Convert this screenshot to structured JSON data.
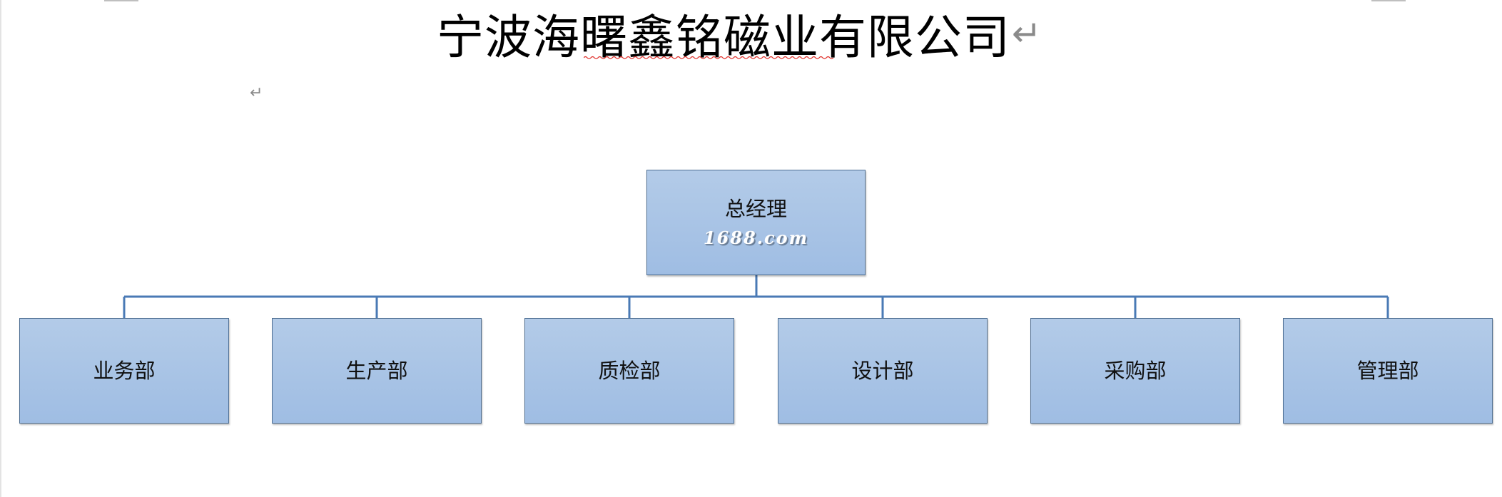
{
  "document": {
    "title": "宁波海曙鑫铭磁业有限公司",
    "pilcrow": "↵",
    "paragraph_mark": "↵"
  },
  "org_chart": {
    "root": {
      "label": "总经理",
      "watermark": "1688.com"
    },
    "departments": [
      {
        "label": "业务部"
      },
      {
        "label": "生产部"
      },
      {
        "label": "质检部"
      },
      {
        "label": "设计部"
      },
      {
        "label": "采购部"
      },
      {
        "label": "管理部"
      }
    ]
  },
  "colors": {
    "box_top": "#b3cbe8",
    "box_bottom": "#9fbde3",
    "box_border": "#4f6f93",
    "connector": "#4a7ab5",
    "spellcheck_squiggle": "#e0302b"
  }
}
